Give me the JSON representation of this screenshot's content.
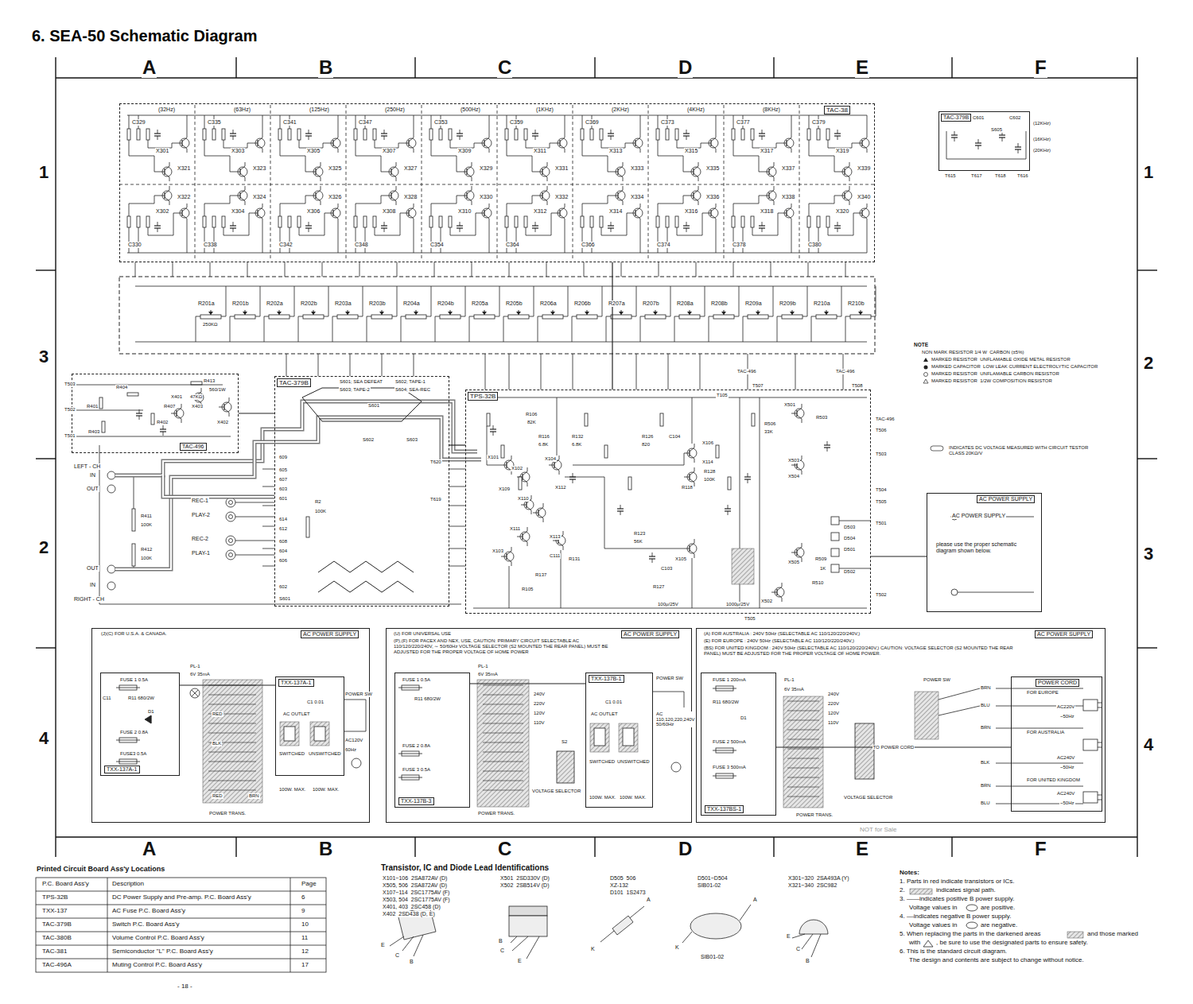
{
  "diagram": {
    "title": "6. SEA-50 Schematic Diagram",
    "nodes": [
      {
        "text": [
          "TAC-38"
        ]
      },
      {
        "text": [
          "TAC-379B"
        ]
      },
      {
        "text": [
          "TAC-496"
        ]
      },
      {
        "text": [
          "TAC-379B",
          "S601; SEA DEFEAT",
          "S602; TAPE-1",
          "S603; TAPE-2",
          "S604; SEA-REC"
        ]
      },
      {
        "text": [
          "TPS-32B"
        ]
      },
      {
        "text": [
          "AC POWER SUPPLY",
          "AC POWER SUPPLY",
          "please use the proper schematic diagram shown below."
        ]
      },
      {
        "text": [
          "AC POWER SUPPLY",
          "(J)(C) FOR U.S.A. & CANADA."
        ]
      },
      {
        "text": [
          "AC POWER SUPPLY",
          "(U) FOR UNIVERSAL USE",
          "(P),(F) FOR PACEX AND NEX, USE, CAUTION: PRIMARY CIRCUIT SELECTABLE AC 110/120/220/240V, ∼ 50/60Hz VOLTAGE SELECTOR (S2 MOUNTED THE REAR PANEL) MUST BE ADJUSTED FOR THE PROPER VOLTAGE OF HOME POWER"
        ]
      },
      {
        "text": [
          "AC POWER SUPPLY",
          "(A) FOR AUSTRALIA : 240V 50Hz (SELECTABLE AC 110/120/220/240V,)",
          "(E) FOR EUROPE : 240V 50Hz (SELECTABLE AC 110/120/220/240V,)",
          "(BS) FOR UNITED KINGDOM : 240V 50Hz (SELECTABLE AC 110/120/220/240V,) CAUTION: VOLTAGE SELECTOR (S2 MOUNTED THE REAR PANEL) MUST BE ADJUSTED FOR THE PROPER VOLTAGE OF HOME POWER."
        ]
      },
      {
        "text": [
          "TXX-137A-1"
        ],
        "in": 6
      },
      {
        "text": [
          "TXX-137A-1"
        ],
        "in": 6
      },
      {
        "text": [
          "TXX-137B-3"
        ],
        "in": 7
      },
      {
        "text": [
          "TXX-137B-1"
        ],
        "in": 7
      },
      {
        "text": [
          "TXX-137BS-1"
        ],
        "in": 8
      },
      {
        "text": [
          "POWER CORD"
        ],
        "in": 8
      }
    ],
    "edges": [
      {
        "from": 2,
        "to": 3,
        "arrow": "none"
      },
      {
        "from": 3,
        "to": 4,
        "arrow": "none"
      },
      {
        "from": 0,
        "to": 4,
        "arrow": "none"
      },
      {
        "from": 4,
        "to": 5,
        "arrow": "none"
      },
      {
        "from": 9,
        "to": 10,
        "arrow": "none"
      },
      {
        "from": 11,
        "to": 12,
        "arrow": "none"
      },
      {
        "from": 13,
        "to": 14,
        "label": "TO POWER CORD",
        "arrow": "none"
      }
    ],
    "labels": [
      "A",
      "B",
      "C",
      "D",
      "E",
      "F",
      "A",
      "B",
      "C",
      "D",
      "E",
      "F",
      "1",
      "3",
      "2",
      "4",
      "1",
      "2",
      "3",
      "4",
      "(32Hz)",
      "(63Hz)",
      "(125Hz)",
      "(250Hz)",
      "(500Hz)",
      "(1KHz)",
      "(2KHz)",
      "(4KHz)",
      "(8KHz)",
      "X301",
      "X321",
      "X303",
      "X323",
      "X305",
      "X325",
      "X307",
      "X327",
      "X309",
      "X329",
      "X311",
      "X331",
      "X313",
      "X333",
      "X315",
      "X335",
      "X317",
      "X337",
      "X319",
      "X339",
      "X302",
      "X322",
      "X304",
      "X324",
      "X306",
      "X326",
      "X308",
      "X328",
      "X310",
      "X330",
      "X312",
      "X332",
      "X314",
      "X334",
      "X316",
      "X336",
      "X318",
      "X338",
      "X320",
      "X340",
      "C330",
      "C338",
      "C342",
      "C348",
      "C354",
      "C364",
      "C366",
      "C374",
      "C378",
      "C380",
      "C329",
      "C335",
      "C341",
      "C347",
      "C353",
      "C359",
      "C369",
      "C373",
      "C377",
      "C379",
      "R201a",
      "R201b",
      "R202a",
      "R202b",
      "R203a",
      "R203b",
      "R204a",
      "R204b",
      "R205a",
      "R205b",
      "R206a",
      "R206b",
      "R207a",
      "R207b",
      "R208a",
      "R208b",
      "R209a",
      "R209b",
      "R210a",
      "R210b",
      "250KΩ",
      "C601",
      "S605",
      "C602",
      "(12KHz)",
      "(16KHz)",
      "(20KHz)",
      "T615",
      "T617",
      "T618",
      "T616",
      "NOTE",
      "NON MARK RESISTOR 1/4 W  CARBON (±5%)",
      "T503",
      "T502",
      "T501",
      "R401",
      "R403",
      "R404",
      "R402",
      "R413",
      "560/1W",
      "R407",
      "X401",
      "X403",
      "X402",
      "47KΩ",
      "LEFT - CH",
      "IN",
      "OUT",
      "OUT",
      "IN",
      "RIGHT - CH",
      "R411",
      "100K",
      "R412",
      "100K",
      "REC-1",
      "PLAY-2",
      "REC-2",
      "PLAY-1",
      "S601",
      "S602",
      "S603",
      "609",
      "605",
      "607",
      "603",
      "601",
      "614",
      "612",
      "608",
      "604",
      "606",
      "602",
      "R2",
      "100K",
      "S601",
      "T620",
      "T619",
      "R106",
      "82K",
      "R116",
      "6.8K",
      "R132",
      "6.8K",
      "X101",
      "X102",
      "X104",
      "X106",
      "X114",
      "X109",
      "X110",
      "X112",
      "X111",
      "X113",
      "X103",
      "X105",
      "R123",
      "56K",
      "R126",
      "820",
      "R118",
      "R128",
      "100K",
      "C111",
      "R131",
      "R105",
      "R137",
      "R127",
      "C103",
      "C104",
      "X501",
      "X503",
      "X504",
      "X505",
      "X502",
      "R503",
      "R506",
      "33K",
      "R509",
      "1K",
      "R510",
      "D503",
      "D504",
      "D501",
      "D502",
      "T507",
      "T508",
      "TAC-496",
      "TAC-496",
      "TAC-496",
      "T506",
      "T503",
      "T504",
      "T505",
      "T501",
      "T502",
      "T505",
      "T105",
      "1000μ/25V",
      "100μ/25V",
      "FUSE 1 0.5A",
      "R11 680/2W",
      "D1",
      "FUSE 2 0.8A",
      "FUSE3 0.5A",
      "C11",
      "PL-1",
      "6V 35mA",
      "POWER TRANS.",
      "RED",
      "BLK",
      "RED",
      "BRN",
      "C1 0.01",
      "AC OUTLET",
      "SWITCHED",
      "UNSWITCHED",
      "100W. MAX.",
      "100W. MAX.",
      "POWER SW",
      "AC120V",
      "60Hz",
      "FUSE 1 0.5A",
      "R11 680/2W",
      "FUSE 2 0.8A",
      "FUSE 3 0.5A",
      "PL-1",
      "6V 35mA",
      "240V",
      "220V",
      "120V",
      "110V",
      "POWER TRANS.",
      "S2",
      "VOLTAGE SELECTOR",
      "C1 0.01",
      "AC OUTLET",
      "SWITCHED",
      "UNSWITCHED",
      "100W. MAX.",
      "100W. MAX.",
      "POWER SW",
      "AC 110,120,220,240V 50/60Hz",
      "FUSE 1 200mA",
      "R11 680/2W",
      "D1",
      "FUSE 2 500mA",
      "FUSE 3 500mA",
      "PL-1",
      "6V 35mA",
      "240V",
      "220V",
      "120V",
      "110V",
      "POWER TRANS.",
      "VOLTAGE SELECTOR",
      "POWER SW",
      "BRN",
      "BLU",
      "BRN",
      "BLK",
      "BRN",
      "BLU",
      "FOR EUROPE",
      "AC220V",
      "~50Hz",
      "FOR AUSTRALIA",
      "AC240V",
      "~50Hz",
      "FOR UNITED KINGDOM",
      "AC240V",
      "~50Hz",
      "Printed Circuit Board Ass'y Locations",
      "P.C. Board Ass'y",
      "Description",
      "Page",
      "TPS-32B",
      "DC Power Supply and Pre-amp. P.C. Board Ass'y",
      "6",
      "TXX-137",
      "AC Fuse P.C. Board Ass'y",
      "9",
      "TAC-379B",
      "Switch P.C. Board Ass'y",
      "10",
      "TAC-380B",
      "Volume Control P.C. Board Ass'y",
      "11",
      "TAC-381",
      "Semiconductor \"L\" P.C. Board Ass'y",
      "12",
      "TAC-496A",
      "Muting Control P.C. Board Ass'y",
      "17",
      "- 18 -",
      "Transistor, IC and Diode Lead Identifications",
      "X101~106  2SA872AV (D)",
      "X505, 506  2SA872AV (D)",
      "X107~114  2SC1775AV (F)",
      "X503, 504  2SC1775AV (F)",
      "X401, 403  2SC458 (D)",
      "X402  2SD438 (D, E)",
      "X501  2SD330V (D)",
      "X502  2SB514V (D)",
      "D505  506",
      "XZ-132",
      "D101  1S2473",
      "D501~D504",
      "SIB01-02",
      "X301~320  2SA493A (Y)",
      "X321~340  2SC982",
      "E",
      "C",
      "B",
      "B",
      "C",
      "E",
      "A",
      "K",
      "A",
      "K",
      "SIB01-02",
      "E",
      "C",
      "B",
      "Notes:",
      "1. Parts in red indicate transistors or ICs.",
      "2.",
      "indicates signal path.",
      "3. ——indicates positive B power supply.",
      "Voltage values in",
      "are positive.",
      "4. ––indicates negative B power supply.",
      "Voltage values in",
      "are negative.",
      "5. When replacing the parts in the darkened areas",
      "and those marked",
      "with",
      ", be sure to use the designated parts to ensure safety.",
      "6. This is the standard circuit diagram.",
      "The design and contents are subject to change without notice.",
      "NOT for Sale"
    ],
    "legend": [
      {
        "text": "MARKED RESISTOR  UNFLAMABLE OXIDE METAL RESISTOR"
      },
      {
        "text": "MARKED CAPACITOR  LOW LEAK CURRENT ELECTROLYTIC CAPACITOR"
      },
      {
        "text": "MARKED RESISTOR  UNFLAMABLE CARBON RESISTOR"
      },
      {
        "text": "MARKED RESISTOR  1/2W COMPOSITION RESISTOR"
      },
      {
        "text": "INDICATES DC VOLTAGE MEASURED WITH CIRCUIT TESTOR CLASS 20KΩ/V"
      }
    ]
  }
}
